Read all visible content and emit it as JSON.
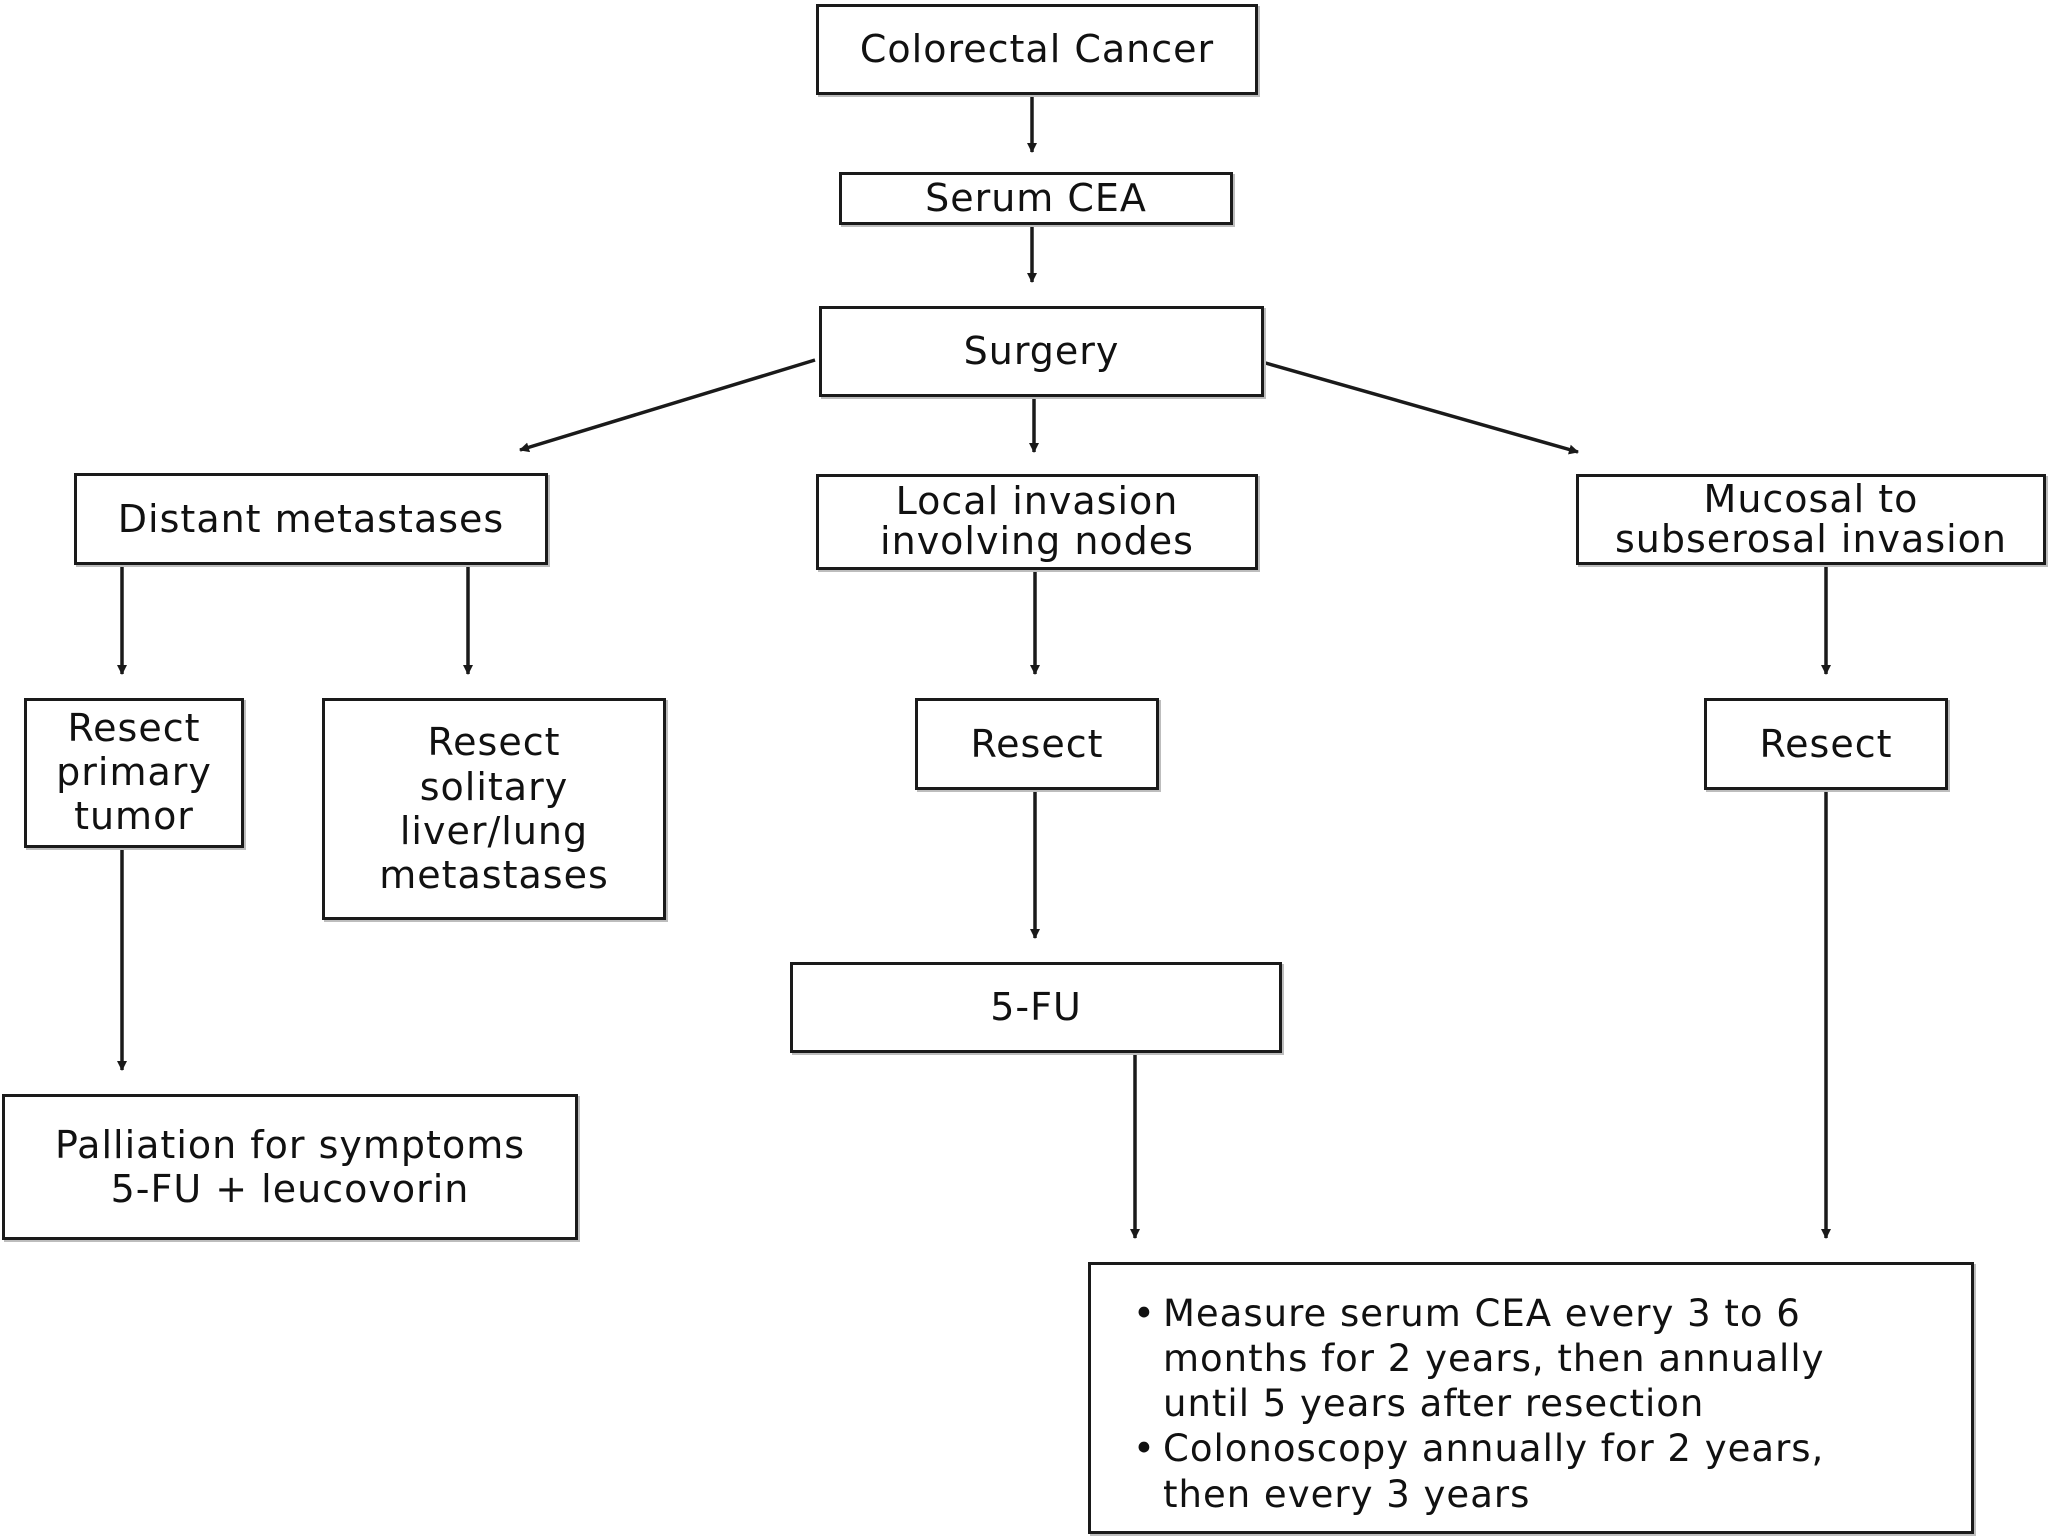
{
  "diagram": {
    "nodes": {
      "colorectal_cancer": "Colorectal Cancer",
      "serum_cea": "Serum CEA",
      "surgery": "Surgery",
      "distant_metastases": "Distant metastases",
      "local_invasion": "Local invasion\ninvolving nodes",
      "mucosal_invasion": "Mucosal to\nsubserosal invasion",
      "resect_primary": "Resect\nprimary\ntumor",
      "resect_solitary": "Resect\nsolitary\nliver/lung\nmetastases",
      "resect_local": "Resect",
      "resect_mucosal": "Resect",
      "fluorouracil": "5-FU",
      "palliation": "Palliation for symptoms\n5-FU  +  leucovorin"
    },
    "followup": [
      "Measure serum CEA every 3 to 6\nmonths for 2 years, then annually\nuntil 5 years after resection",
      "Colonoscopy annually for 2 years,\nthen every 3 years"
    ],
    "edges": [
      [
        "colorectal_cancer",
        "serum_cea"
      ],
      [
        "serum_cea",
        "surgery"
      ],
      [
        "surgery",
        "distant_metastases"
      ],
      [
        "surgery",
        "local_invasion"
      ],
      [
        "surgery",
        "mucosal_invasion"
      ],
      [
        "distant_metastases",
        "resect_primary"
      ],
      [
        "distant_metastases",
        "resect_solitary"
      ],
      [
        "resect_primary",
        "palliation"
      ],
      [
        "local_invasion",
        "resect_local"
      ],
      [
        "resect_local",
        "fluorouracil"
      ],
      [
        "fluorouracil",
        "followup"
      ],
      [
        "mucosal_invasion",
        "resect_mucosal"
      ],
      [
        "resect_mucosal",
        "followup"
      ]
    ]
  }
}
